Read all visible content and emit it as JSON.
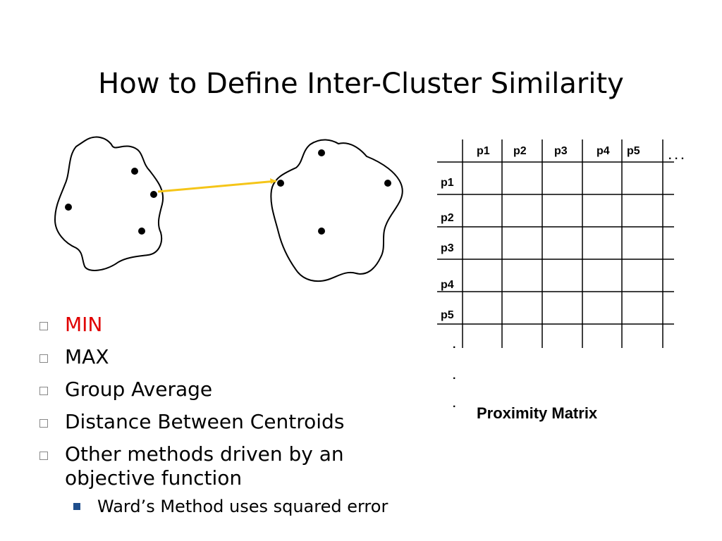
{
  "slide": {
    "title": "How to Define Inter-Cluster Similarity"
  },
  "bullets": [
    {
      "text": "MIN",
      "color": "#e00000"
    },
    {
      "text": "MAX"
    },
    {
      "text": "Group Average"
    },
    {
      "text": "Distance Between Centroids"
    },
    {
      "text": "Other methods driven by an objective function"
    }
  ],
  "sub_bullets": [
    {
      "text": "Ward’s Method uses squared error"
    }
  ],
  "matrix": {
    "label": "Proximity Matrix",
    "columns": [
      "p1",
      "p2",
      "p3",
      "p4",
      "p5"
    ],
    "rows": [
      "p1",
      "p2",
      "p3",
      "p4",
      "p5"
    ],
    "col_ellipsis": ". . .",
    "row_ellipsis": [
      ".",
      ".",
      "."
    ]
  },
  "diagram": {
    "link_color": "#f5c518"
  }
}
